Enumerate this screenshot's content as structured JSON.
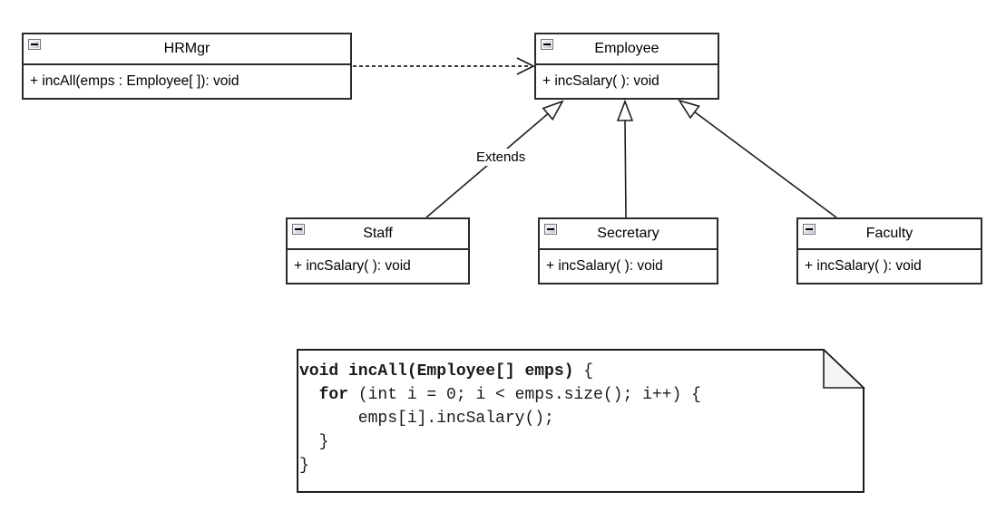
{
  "diagram": {
    "classes": [
      {
        "name": "HRMgr",
        "methods": [
          "+ incAll(emps : Employee[ ]): void"
        ]
      },
      {
        "name": "Employee",
        "methods": [
          "+ incSalary( ): void"
        ]
      },
      {
        "name": "Staff",
        "methods": [
          "+ incSalary( ): void"
        ]
      },
      {
        "name": "Secretary",
        "methods": [
          "+ incSalary( ): void"
        ]
      },
      {
        "name": "Faculty",
        "methods": [
          "+ incSalary( ): void"
        ]
      }
    ],
    "relationships": {
      "extends_label": "Extends",
      "dependency": "HRMgr ..> Employee",
      "generalizations": [
        "Staff --|> Employee",
        "Secretary --|> Employee",
        "Faculty --|> Employee"
      ]
    },
    "note": {
      "lines": [
        {
          "bold": "void incAll(Employee[] emps)",
          "rest": " {"
        },
        {
          "bold": "  for",
          "rest": " (int i = 0; i < emps.size(); i++) {"
        },
        {
          "bold": "",
          "rest": "      emps[i].incSalary();"
        },
        {
          "bold": "",
          "rest": "  }"
        },
        {
          "bold": "",
          "rest": "}"
        }
      ]
    },
    "colors": {
      "line": "#1e1e1e",
      "box_border": "#2b2b2b",
      "note_fold": "#f4f4f4",
      "background": "#ffffff"
    }
  }
}
